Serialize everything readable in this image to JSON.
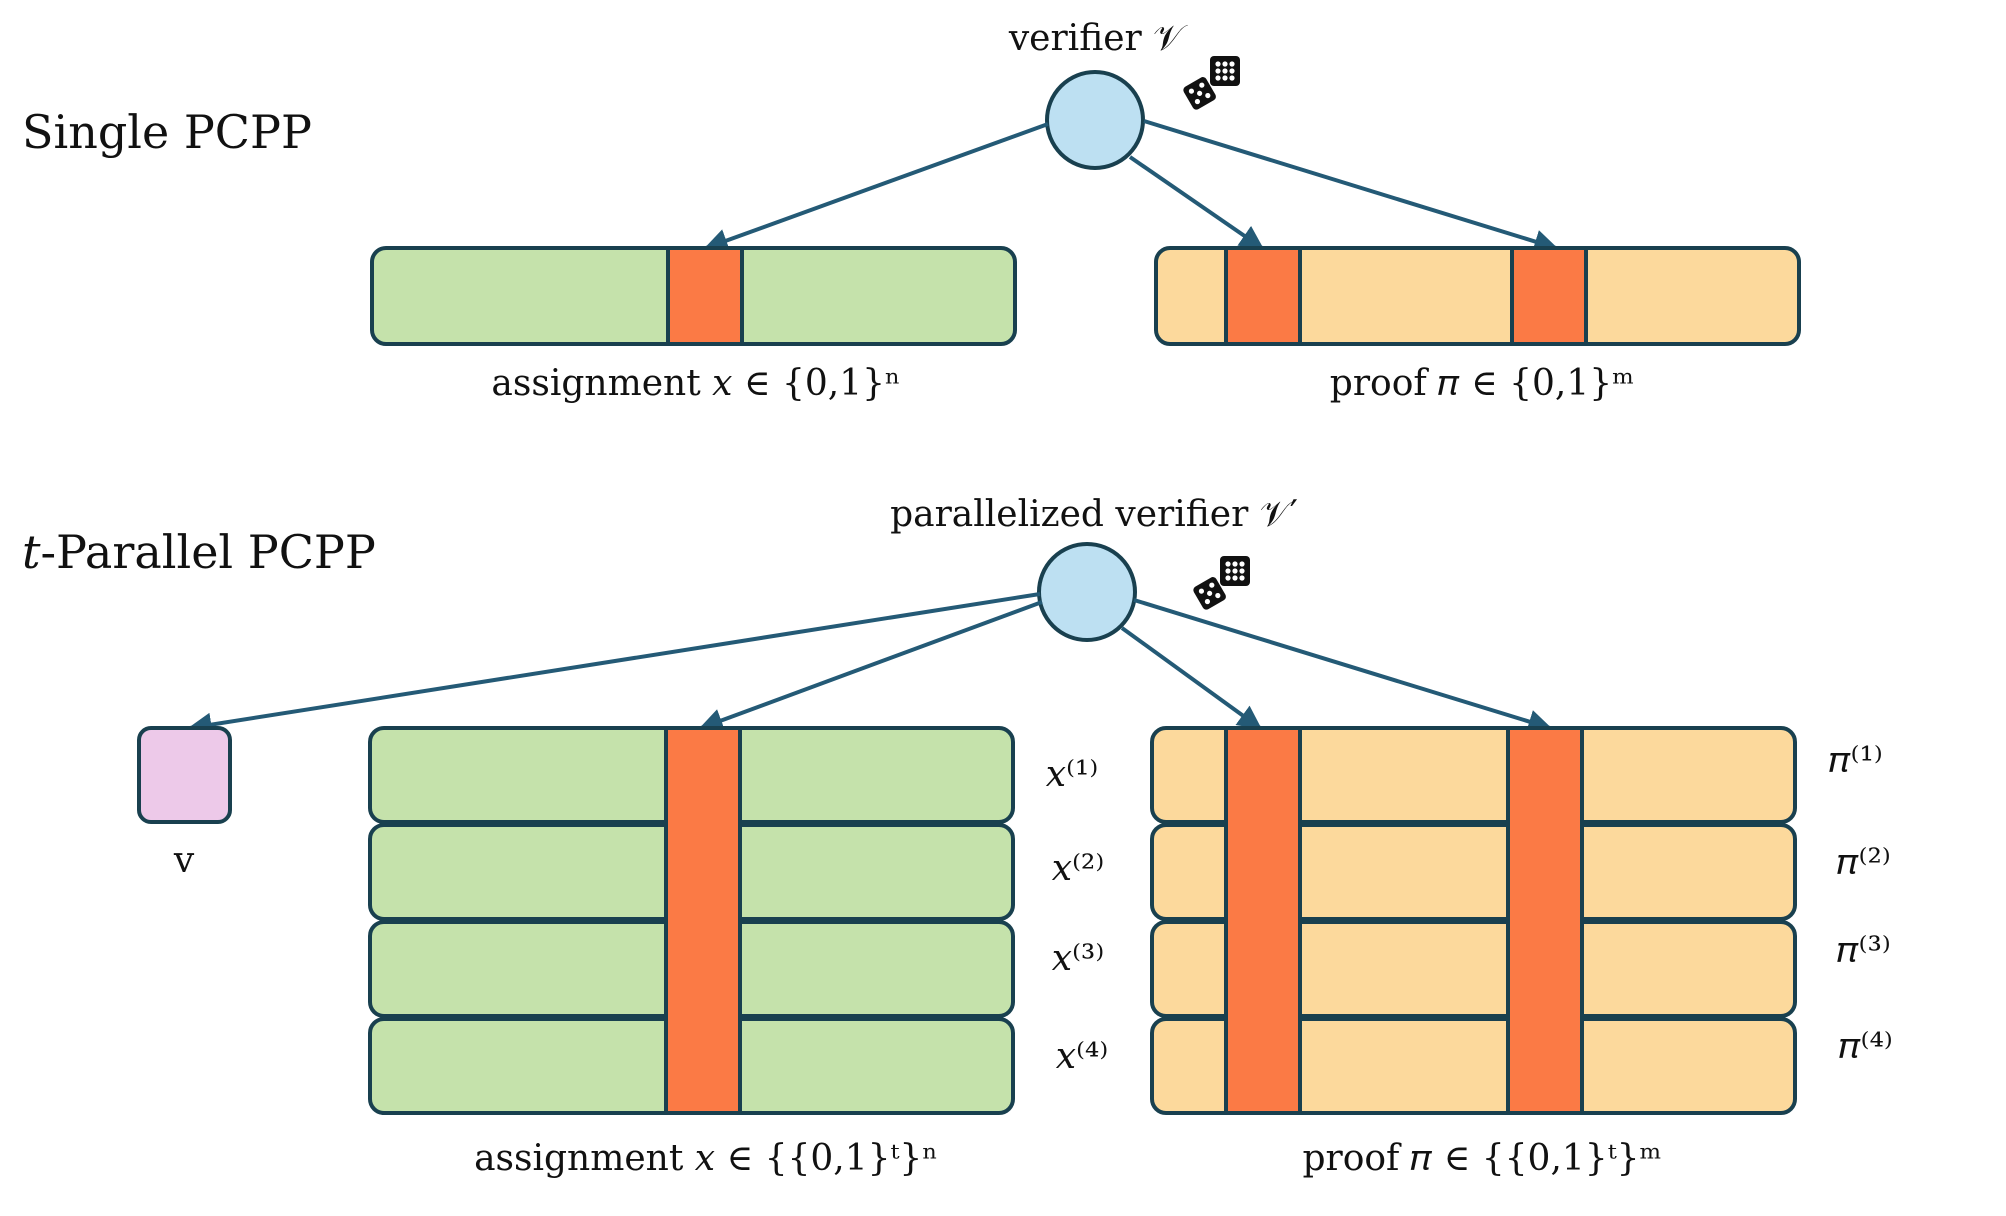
{
  "sections": {
    "single": {
      "title": "Single PCPP",
      "verifier_label": "verifier 𝒱",
      "assignment_label": "assignment 𝑥 ∈ {0,1}ⁿ",
      "proof_label": "proof 𝜋 ∈ {0,1}ᵐ"
    },
    "parallel": {
      "title_var": "t",
      "title_rest": "-Parallel PCPP",
      "verifier_label": "parallelized verifier 𝒱′",
      "v_label": "v",
      "assignment_label": "assignment 𝑥 ∈ {{0,1}ᵗ}ⁿ",
      "proof_label": "proof 𝜋 ∈ {{0,1}ᵗ}ᵐ",
      "x_rows": [
        "𝑥⁽¹⁾",
        "𝑥⁽²⁾",
        "𝑥⁽³⁾",
        "𝑥⁽⁴⁾"
      ],
      "pi_rows": [
        "𝜋⁽¹⁾",
        "𝜋⁽²⁾",
        "𝜋⁽³⁾",
        "𝜋⁽⁴⁾"
      ]
    }
  },
  "colors": {
    "assignment_fill": "#c5e2ab",
    "proof_fill": "#fcd99c",
    "query_fill": "#fb7a45",
    "verifier_fill": "#bde0f2",
    "v_fill": "#edc9e9",
    "stroke": "#19404f",
    "arrow": "#245a76"
  },
  "icons": [
    "dice-icon"
  ]
}
